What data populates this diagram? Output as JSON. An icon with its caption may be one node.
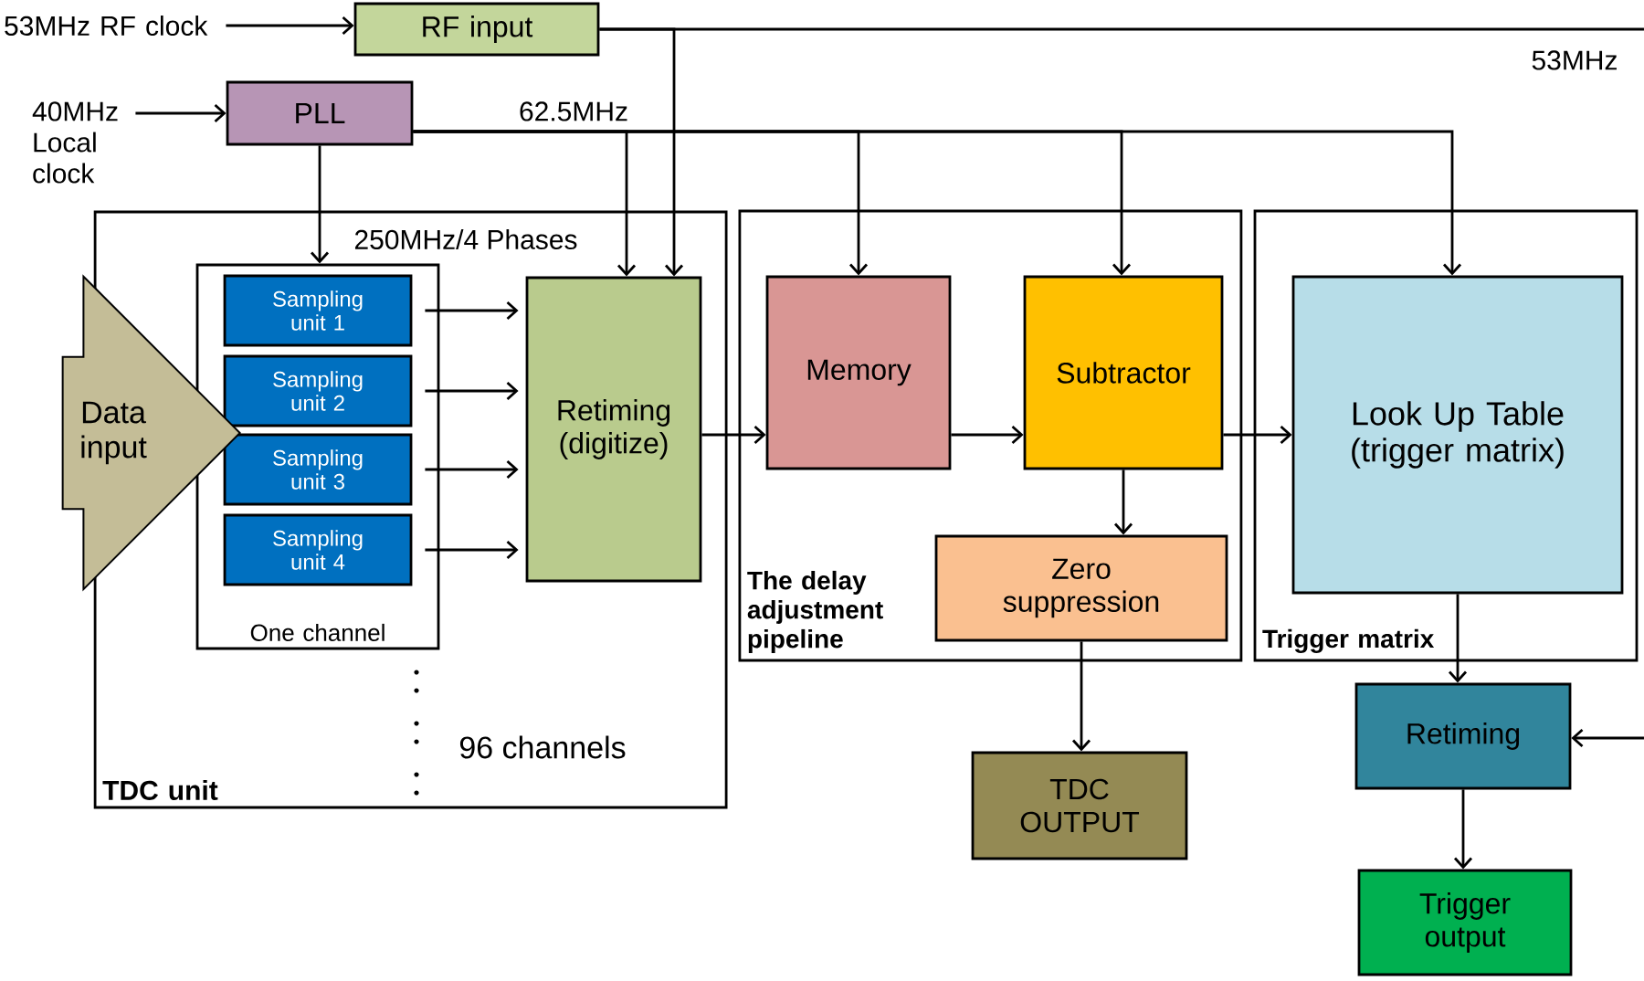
{
  "diagram": {
    "nodes": [
      {
        "text": [
          "53MHz RF clock"
        ]
      },
      {
        "text": [
          "RF input"
        ]
      },
      {
        "text": [
          "40MHz Local clock"
        ]
      },
      {
        "text": [
          "PLL"
        ]
      },
      {
        "text": [
          "TDC unit"
        ]
      },
      {
        "text": [
          "One channel"
        ],
        "in": 4
      },
      {
        "text": [
          "Sampling unit 1"
        ],
        "in": 5
      },
      {
        "text": [
          "Sampling unit 2"
        ],
        "in": 5
      },
      {
        "text": [
          "Sampling unit 3"
        ],
        "in": 5
      },
      {
        "text": [
          "Sampling unit 4"
        ],
        "in": 5
      },
      {
        "text": [
          "Data input"
        ]
      },
      {
        "text": [
          "Retiming (digitize)"
        ],
        "in": 4
      },
      {
        "text": [
          "The delay adjustment pipeline"
        ]
      },
      {
        "text": [
          "Memory"
        ],
        "in": 12
      },
      {
        "text": [
          "Subtractor"
        ],
        "in": 12
      },
      {
        "text": [
          "Zero suppression"
        ],
        "in": 12
      },
      {
        "text": [
          "Trigger matrix"
        ]
      },
      {
        "text": [
          "Look Up Table (trigger matrix)"
        ],
        "in": 16
      },
      {
        "text": [
          "Retiming"
        ]
      },
      {
        "text": [
          "TDC OUTPUT"
        ]
      },
      {
        "text": [
          "Trigger output"
        ]
      }
    ],
    "edges": [
      {
        "from": 0,
        "to": 1,
        "arrow": "to"
      },
      {
        "from": 2,
        "to": 3,
        "arrow": "to"
      },
      {
        "from": 3,
        "to": 5,
        "arrow": "to"
      },
      {
        "from": 3,
        "to": 11,
        "arrow": "to"
      },
      {
        "from": 3,
        "to": 13,
        "arrow": "to"
      },
      {
        "from": 3,
        "to": 14,
        "arrow": "to"
      },
      {
        "from": 3,
        "to": 17,
        "arrow": "to"
      },
      {
        "from": 1,
        "to": 11,
        "arrow": "to"
      },
      {
        "from": 1,
        "to": null,
        "arrow": "none"
      },
      {
        "from": 6,
        "to": 11,
        "arrow": "to"
      },
      {
        "from": 7,
        "to": 11,
        "arrow": "to"
      },
      {
        "from": 8,
        "to": 11,
        "arrow": "to"
      },
      {
        "from": 9,
        "to": 11,
        "arrow": "to"
      },
      {
        "from": 11,
        "to": 13,
        "arrow": "to"
      },
      {
        "from": 13,
        "to": 14,
        "arrow": "to"
      },
      {
        "from": 14,
        "to": 15,
        "arrow": "to"
      },
      {
        "from": 14,
        "to": 17,
        "arrow": "to"
      },
      {
        "from": 15,
        "to": 19,
        "arrow": "to"
      },
      {
        "from": 17,
        "to": 18,
        "arrow": "to"
      },
      {
        "from": 18,
        "to": 20,
        "arrow": "to"
      },
      {
        "from": null,
        "to": 18,
        "arrow": "to"
      }
    ],
    "labels": [
      "53MHz",
      "62.5MHz",
      "250MHz/4 Phases",
      "96 channels"
    ]
  }
}
